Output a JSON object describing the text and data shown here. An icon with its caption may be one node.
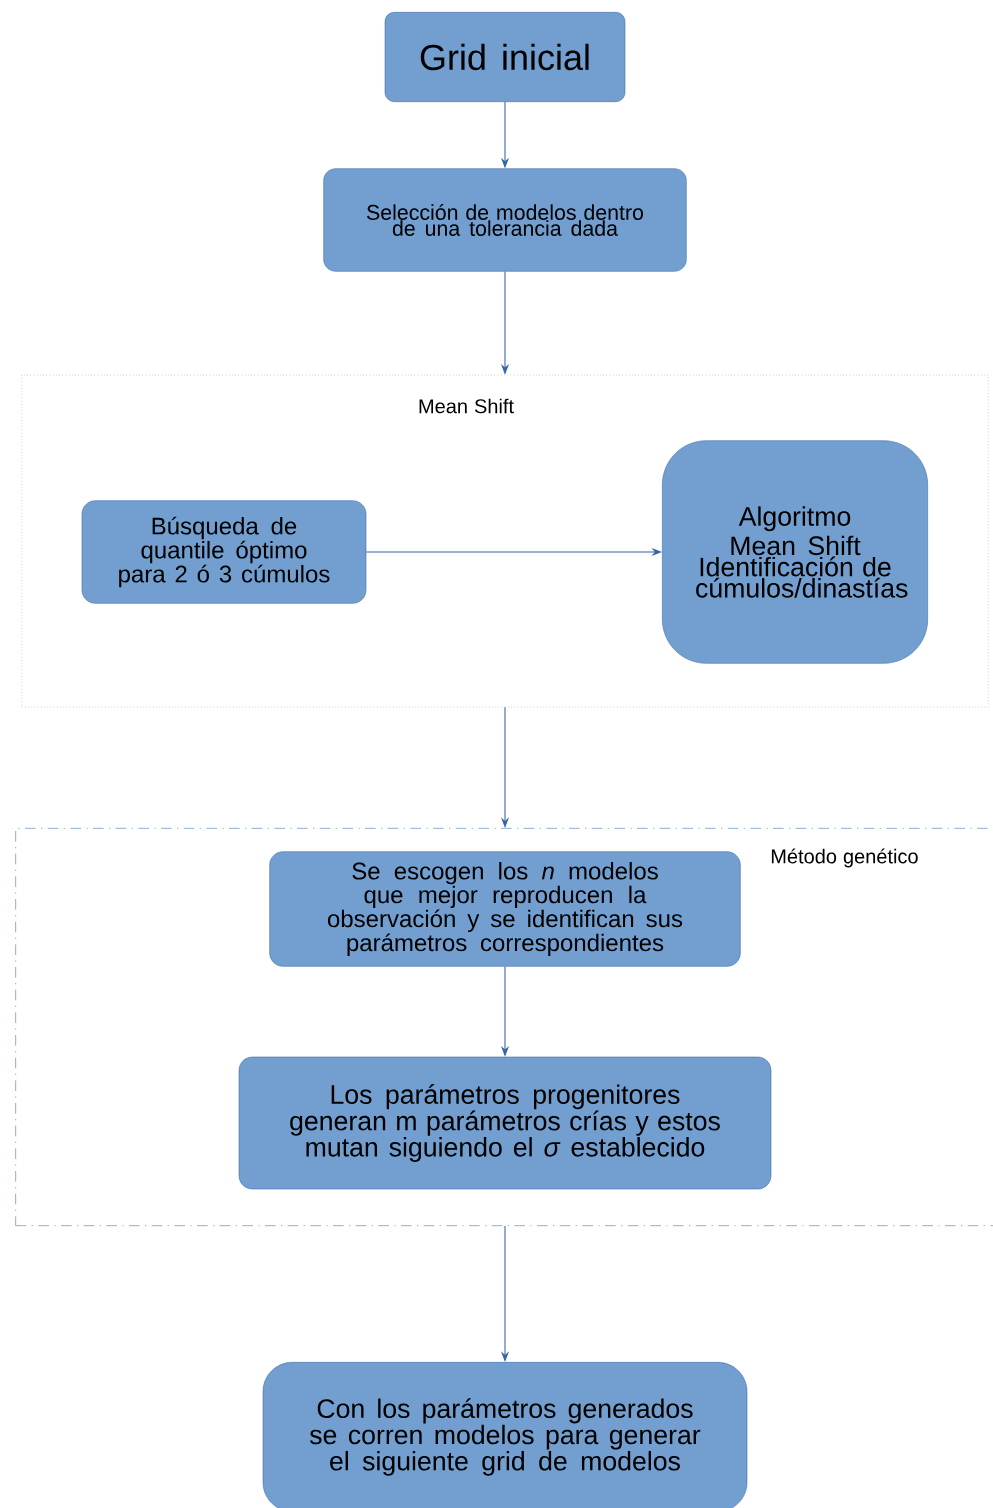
{
  "diagram": {
    "nodes": [
      {
        "text": [
          "Grid inicial"
        ]
      },
      {
        "text": [
          "Selección de modelos dentro de una tolerancia dada"
        ]
      },
      {
        "text": [
          "Mean Shift"
        ]
      },
      {
        "text": [
          "Búsqueda de quantile óptimo para 2 ó 3 cúmulos"
        ],
        "in": 2
      },
      {
        "text": [
          "Algoritmo Mean Shift",
          "Identificación de cúmulos/dinastías"
        ],
        "in": 2
      },
      {
        "text": [
          "Método genético"
        ]
      },
      {
        "text": [
          "Se escogen los *n* modelos que mejor reproducen la observación y se identifican sus parámetros correspondientes"
        ],
        "in": 5
      },
      {
        "text": [
          "Los parámetros progenitores generan m parámetros crías y estos mutan siguiendo el *σ* establecido"
        ],
        "in": 5
      },
      {
        "text": [
          "Con los parámetros generados se corren modelos para generar el siguiente grid de modelos"
        ]
      }
    ],
    "edges": [
      {
        "from": 0,
        "to": 1,
        "arrow": "to"
      },
      {
        "from": 1,
        "to": 2,
        "arrow": "to"
      },
      {
        "from": 3,
        "to": 4,
        "arrow": "to"
      },
      {
        "from": 2,
        "to": 5,
        "arrow": "to"
      },
      {
        "from": 6,
        "to": 7,
        "arrow": "to"
      },
      {
        "from": 5,
        "to": 8,
        "arrow": "to"
      }
    ]
  }
}
